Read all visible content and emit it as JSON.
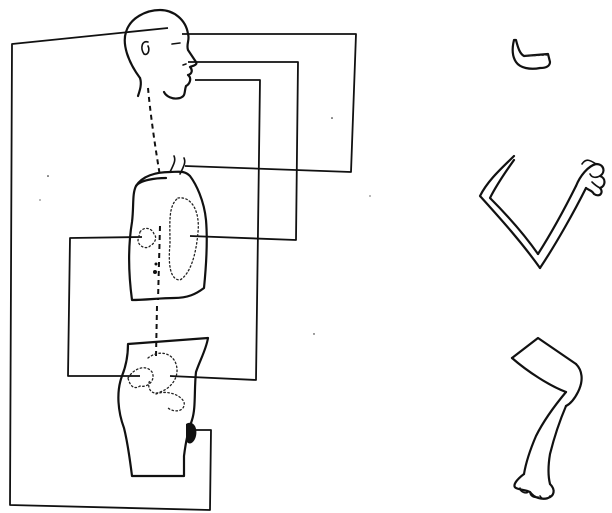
{
  "figure": {
    "ink_color": "#111111",
    "paper_color": "#ffffff",
    "parts": [
      "head-profile",
      "torso-section",
      "pelvis-section",
      "spinal-cord",
      "jaw",
      "arm",
      "leg"
    ]
  }
}
